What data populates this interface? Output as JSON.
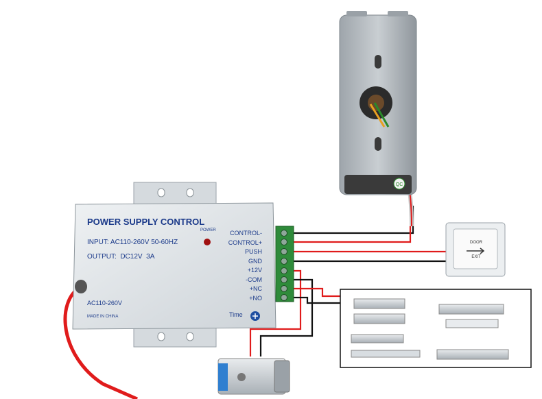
{
  "psu": {
    "title": "POWER SUPPLY CONTROL",
    "input": "INPUT: AC110-260V 50-60HZ",
    "output": "OUTPUT:  DC12V  3A",
    "power_label": "POWER",
    "ac_label": "AC110-260V",
    "made_in": "MADE IN CHINA",
    "time_label": "Time",
    "terminals": [
      "CONTROL-",
      "CONTROL+",
      "PUSH",
      "GND",
      "+12V",
      "-COM",
      "+NC",
      "+NO"
    ]
  },
  "exit_button": {
    "line1": "DOOR",
    "line2": "EXIT"
  },
  "reader": {
    "badge": "QC"
  },
  "colors": {
    "wire_red": "#e01b1b",
    "wire_black": "#111111",
    "terminal_green": "#2e8b3a",
    "psu_body": "#dfe4e8",
    "text_blue": "#1b3a8a"
  }
}
